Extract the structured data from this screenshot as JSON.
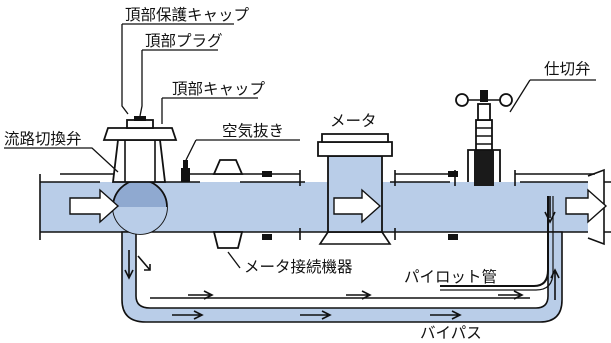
{
  "colors": {
    "water": "#b9cde8",
    "water_dark": "#8fa9d0",
    "outline": "#111111",
    "arrow_fill": "#ffffff",
    "valve_core": "#1a1a1a"
  },
  "labels": {
    "top_protection_cap": "頂部保護キャップ",
    "top_plug": "頂部プラグ",
    "top_cap": "頂部キャップ",
    "flow_switch_valve": "流路切換弁",
    "air_vent": "空気抜き",
    "meter": "メータ",
    "gate_valve": "仕切弁",
    "meter_connector": "メータ接続機器",
    "pilot_pipe": "パイロット管",
    "bypass": "バイパス"
  }
}
